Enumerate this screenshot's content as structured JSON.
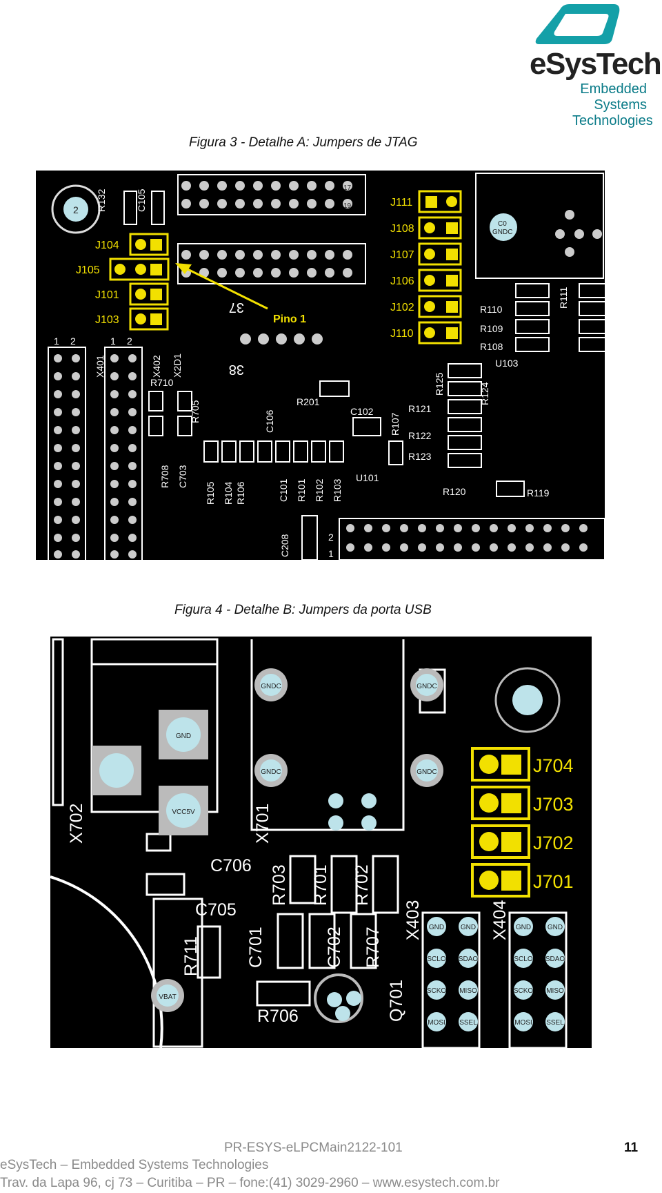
{
  "header": {
    "logo_name": "eSysTech",
    "logo_sub": [
      "Embedded",
      "Systems",
      "Technologies"
    ],
    "accent_color": "#14a0a8"
  },
  "figures": [
    {
      "caption": "Figura 3 - Detalhe A: Jumpers de JTAG",
      "labels": {
        "jumpers_left": [
          "J104",
          "J105",
          "J101",
          "J103"
        ],
        "jumpers_right": [
          "J111",
          "J108",
          "J107",
          "J106",
          "J102",
          "J110"
        ],
        "pino": "Pino 1",
        "components": [
          "R132",
          "C105",
          "X401",
          "X402",
          "X2D1",
          "R710",
          "R705",
          "R708",
          "C703",
          "R105",
          "R104",
          "R106",
          "C106",
          "C101",
          "R101",
          "R102",
          "R103",
          "R201",
          "C102",
          "U101",
          "R107",
          "R121",
          "R122",
          "R123",
          "R125",
          "R124",
          "R120",
          "R119",
          "R110",
          "R109",
          "R108",
          "U103",
          "R111",
          "C208",
          "C0",
          "GNDC"
        ],
        "marks": [
          "1",
          "2",
          "37",
          "38",
          "1",
          "2",
          "17",
          "19"
        ]
      }
    },
    {
      "caption": "Figura 4 - Detalhe B: Jumpers da porta USB",
      "labels": {
        "jumpers": [
          "J704",
          "J703",
          "J702",
          "J701"
        ],
        "components": [
          "X702",
          "X701",
          "C706",
          "C705",
          "R711",
          "R703",
          "R701",
          "R702",
          "C701",
          "C702",
          "R707",
          "X403",
          "X404",
          "R706",
          "Q701"
        ],
        "pads": [
          "GND",
          "VCC5V",
          "GNDC",
          "VBAT"
        ],
        "header_pins": [
          "GND",
          "SCLO",
          "SDAO",
          "SCKO",
          "MISO",
          "MOSI",
          "SSEL"
        ]
      }
    }
  ],
  "footer": {
    "doc_id": "PR-ESYS-eLPCMain2122-101",
    "page": "11",
    "company": "eSysTech – Embedded Systems Technologies",
    "address": "Trav. da Lapa 96, cj 73 – Curitiba – PR – fone:(41) 3029-2960 – www.esystech.com.br"
  }
}
